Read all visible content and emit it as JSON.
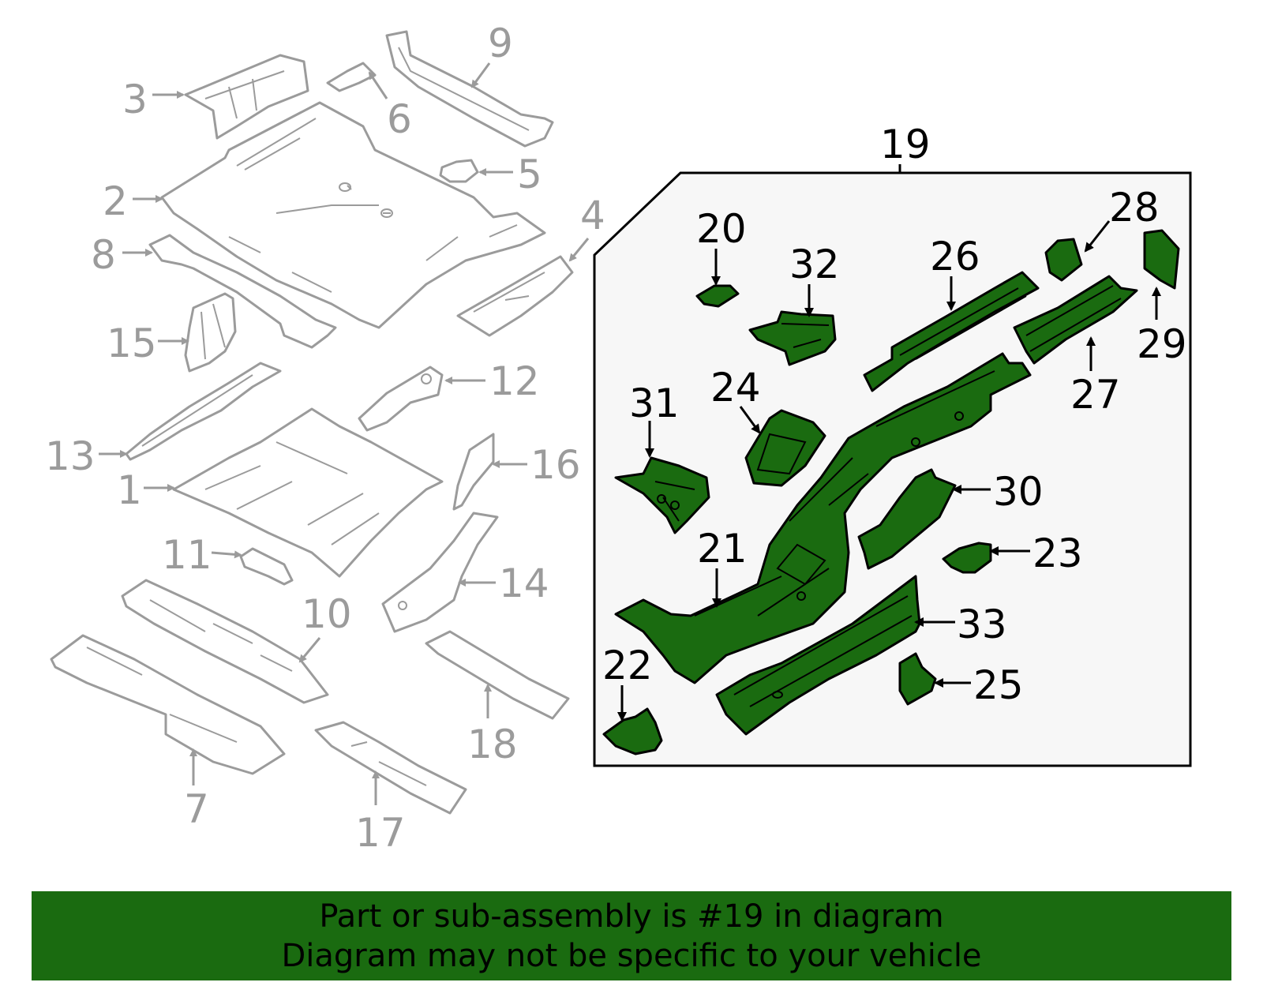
{
  "colors": {
    "highlight": "#1a6b10",
    "grey": "#9b9b9b",
    "panel_bg": "#f7f7f7"
  },
  "callouts": {
    "c1": "1",
    "c2": "2",
    "c3": "3",
    "c4": "4",
    "c5": "5",
    "c6": "6",
    "c7": "7",
    "c8": "8",
    "c9": "9",
    "c10": "10",
    "c11": "11",
    "c12": "12",
    "c13": "13",
    "c14": "14",
    "c15": "15",
    "c16": "16",
    "c17": "17",
    "c18": "18",
    "c19": "19",
    "c20": "20",
    "c21": "21",
    "c22": "22",
    "c23": "23",
    "c24": "24",
    "c25": "25",
    "c26": "26",
    "c27": "27",
    "c28": "28",
    "c29": "29",
    "c30": "30",
    "c31": "31",
    "c32": "32",
    "c33": "33"
  },
  "banner": {
    "line1": "Part or sub-assembly is #19 in diagram",
    "line2": "Diagram may not be specific to your vehicle"
  }
}
